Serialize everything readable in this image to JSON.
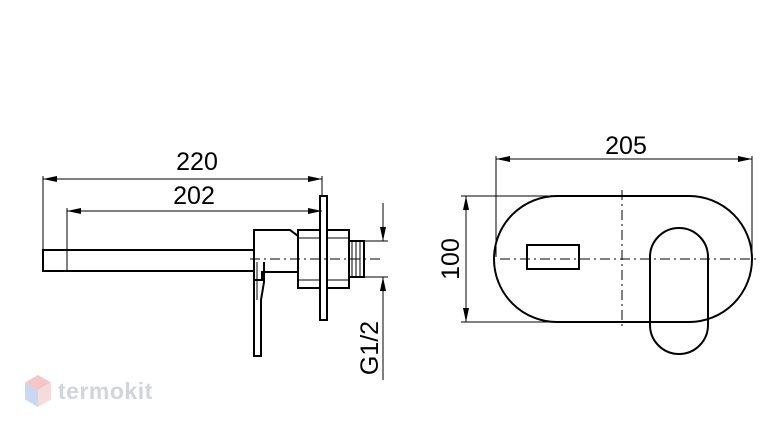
{
  "dimensions": {
    "overall_length": "220",
    "spout_length": "202",
    "plate_width": "205",
    "plate_height": "100",
    "thread_size": "G1/2"
  },
  "watermark": {
    "brand": "termokit"
  },
  "colors": {
    "line": "#000000",
    "background": "#ffffff",
    "watermark_red": "#e85c5c",
    "watermark_blue": "#6b8fd6",
    "watermark_text": "#7a8a9a"
  }
}
